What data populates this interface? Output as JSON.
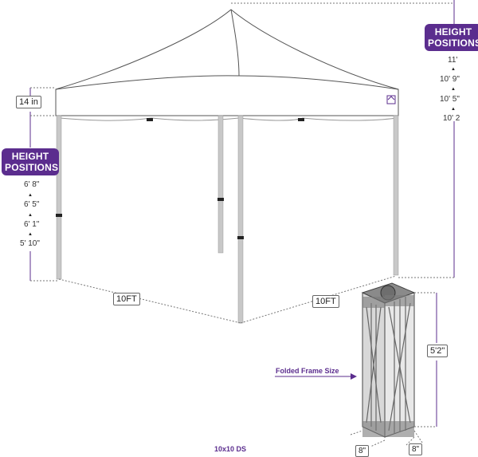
{
  "right_badge": {
    "line1": "HEIGHT",
    "line2": "POSITIONS"
  },
  "left_badge": {
    "line1": "HEIGHT",
    "line2": "POSITIONS"
  },
  "right_heights": [
    "11'",
    "10' 9\"",
    "10' 5\"",
    "10' 2"
  ],
  "left_heights": [
    "6' 8\"",
    "6' 5\"",
    "6' 1\"",
    "5' 10\""
  ],
  "roof_height_label": "14 in",
  "width_label_left": "10FT",
  "width_label_right": "10FT",
  "folded_label": "Folded Frame Size",
  "folded_height": "5'2\"",
  "folded_depth_left": "8\"",
  "folded_depth_right": "8\"",
  "model_name": "10x10 DS",
  "colors": {
    "accent": "#5b2d8e",
    "frame": "#c8c8c8",
    "outline": "#555555",
    "dotted": "#777777"
  }
}
